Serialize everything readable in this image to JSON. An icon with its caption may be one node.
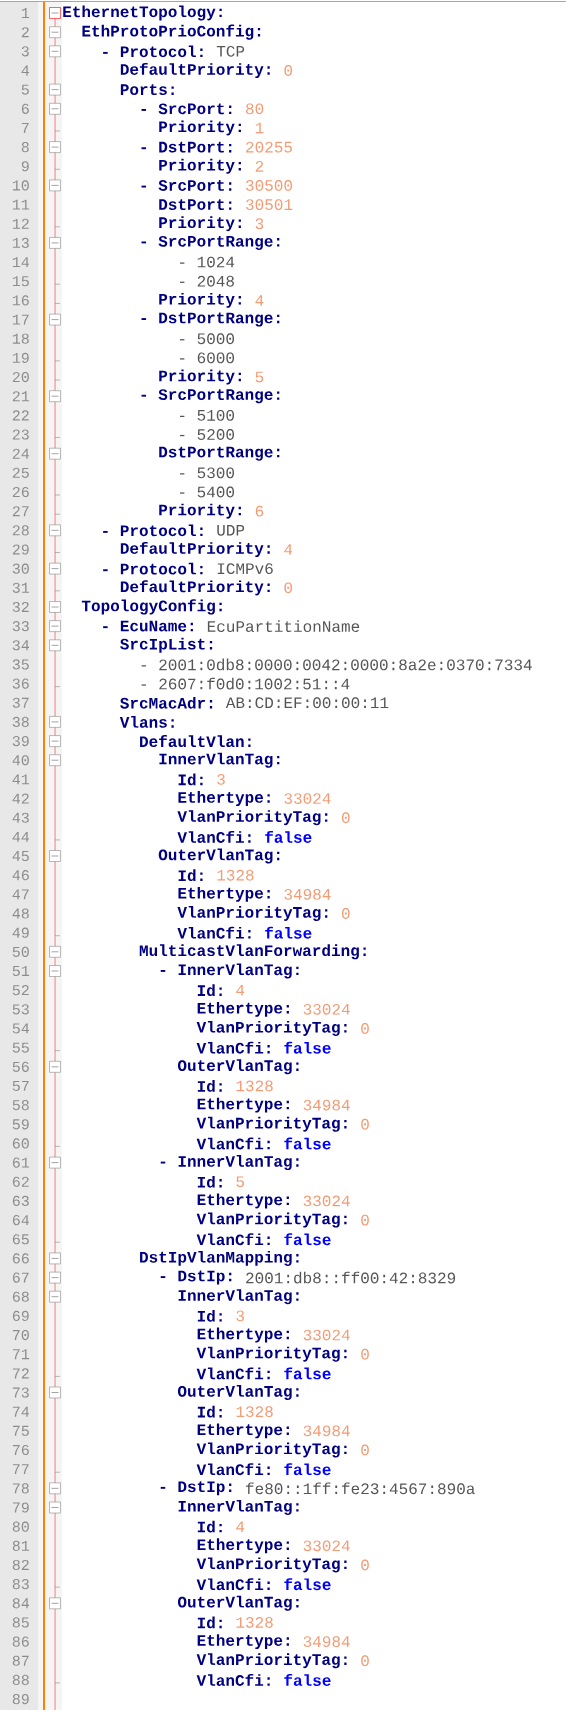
{
  "diagram": {
    "labels": [
      "1",
      "EthernetTopology:",
      "2",
      "EthProtoPrioConfig:",
      "3",
      "- Protocol:",
      "TCP",
      "4",
      "DefaultPriority:",
      "0",
      "5",
      "Ports:",
      "6",
      "- SrcPort:",
      "80",
      "7",
      "Priority:",
      "1",
      "8",
      "- DstPort:",
      "20255",
      "9",
      "Priority:",
      "2",
      "10",
      "- SrcPort:",
      "30500",
      "11",
      "DstPort:",
      "30501",
      "12",
      "Priority:",
      "3",
      "13",
      "- SrcPortRange:",
      "14",
      "- 1024",
      "15",
      "- 2048",
      "16",
      "Priority:",
      "4",
      "17",
      "- DstPortRange:",
      "18",
      "- 5000",
      "19",
      "- 6000",
      "20",
      "Priority:",
      "5",
      "21",
      "- SrcPortRange:",
      "22",
      "- 5100",
      "23",
      "- 5200",
      "24",
      "DstPortRange:",
      "25",
      "- 5300",
      "26",
      "- 5400",
      "27",
      "Priority:",
      "6",
      "28",
      "- Protocol:",
      "UDP",
      "29",
      "DefaultPriority:",
      "4",
      "30",
      "- Protocol:",
      "ICMPv6",
      "31",
      "DefaultPriority:",
      "0",
      "32",
      "TopologyConfig:",
      "33",
      "- EcuName:",
      "EcuPartitionName",
      "34",
      "SrcIpList:",
      "35",
      "- 2001:0db8:0000:0042:0000:8a2e:0370:7334",
      "36",
      "- 2607:f0d0:1002:51::4",
      "37",
      "SrcMacAdr:",
      "AB:CD:EF:00:00:11",
      "38",
      "Vlans:",
      "39",
      "DefaultVlan:",
      "40",
      "InnerVlanTag:",
      "41",
      "Id:",
      "3",
      "42",
      "Ethertype:",
      "33024",
      "43",
      "VlanPriorityTag:",
      "0",
      "44",
      "VlanCfi:",
      "false",
      "45",
      "OuterVlanTag:",
      "46",
      "Id:",
      "1328",
      "47",
      "Ethertype:",
      "34984",
      "48",
      "VlanPriorityTag:",
      "0",
      "49",
      "VlanCfi:",
      "false",
      "50",
      "MulticastVlanForwarding:",
      "51",
      "- InnerVlanTag:",
      "52",
      "Id:",
      "4",
      "53",
      "Ethertype:",
      "33024",
      "54",
      "VlanPriorityTag:",
      "0",
      "55",
      "VlanCfi:",
      "false",
      "56",
      "OuterVlanTag:",
      "57",
      "Id:",
      "1328",
      "58",
      "Ethertype:",
      "34984",
      "59",
      "VlanPriorityTag:",
      "0",
      "60",
      "VlanCfi:",
      "false",
      "61",
      "- InnerVlanTag:",
      "62",
      "Id:",
      "5",
      "63",
      "Ethertype:",
      "33024",
      "64",
      "VlanPriorityTag:",
      "0",
      "65",
      "VlanCfi:",
      "false",
      "66",
      "DstIpVlanMapping:",
      "67",
      "- DstIp:",
      "2001:db8::ff00:42:8329",
      "68",
      "InnerVlanTag:",
      "69",
      "Id:",
      "3",
      "70",
      "Ethertype:",
      "33024",
      "71",
      "VlanPriorityTag:",
      "0",
      "72",
      "VlanCfi:",
      "false",
      "73",
      "OuterVlanTag:",
      "74",
      "Id:",
      "1328",
      "75",
      "Ethertype:",
      "34984",
      "76",
      "VlanPriorityTag:",
      "0",
      "77",
      "VlanCfi:",
      "false",
      "78",
      "- DstIp:",
      "fe80::1ff:fe23:4567:890a",
      "79",
      "InnerVlanTag:",
      "80",
      "Id:",
      "4",
      "81",
      "Ethertype:",
      "33024",
      "82",
      "VlanPriorityTag:",
      "0",
      "83",
      "VlanCfi:",
      "false",
      "84",
      "OuterVlanTag:",
      "85",
      "Id:",
      "1328",
      "86",
      "Ethertype:",
      "34984",
      "87",
      "VlanPriorityTag:",
      "0",
      "88",
      "VlanCfi:",
      "false",
      "89"
    ]
  }
}
